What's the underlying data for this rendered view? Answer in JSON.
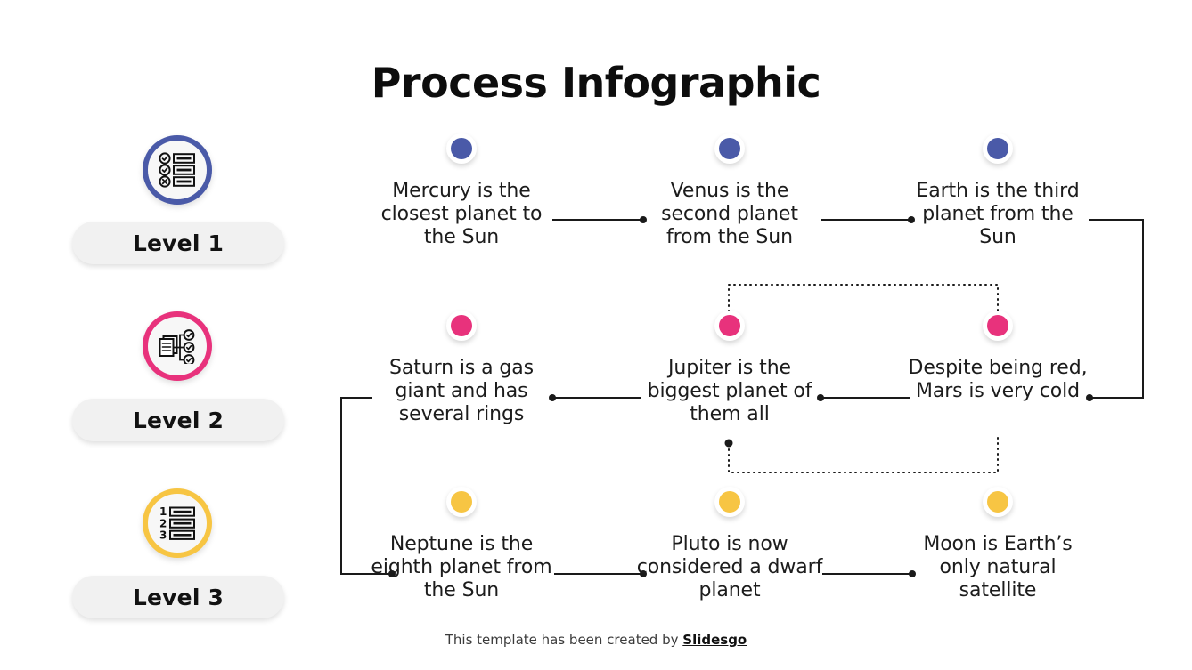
{
  "title": "Process Infographic",
  "colors": {
    "blue": "#4a5aa8",
    "pink": "#e8327c",
    "yellow": "#f7c543",
    "pill_bg": "#f1f1f1",
    "line": "#1a1a1a",
    "text": "#1c1c1c"
  },
  "levels": [
    {
      "label": "Level 1",
      "color": "blue",
      "icon": "checklist-icon"
    },
    {
      "label": "Level 2",
      "color": "pink",
      "icon": "document-flow-icon"
    },
    {
      "label": "Level 3",
      "color": "yellow",
      "icon": "numbered-list-icon"
    }
  ],
  "rows": [
    {
      "color": "blue",
      "nodes": [
        {
          "text": "Mercury is the closest planet to the Sun"
        },
        {
          "text": "Venus is the second planet from the Sun"
        },
        {
          "text": "Earth is the third planet from the Sun"
        }
      ]
    },
    {
      "color": "pink",
      "nodes": [
        {
          "text": "Saturn is a gas giant and has several rings"
        },
        {
          "text": "Jupiter is the biggest planet of them all"
        },
        {
          "text": "Despite being red, Mars is very cold"
        }
      ]
    },
    {
      "color": "yellow",
      "nodes": [
        {
          "text": "Neptune is the eighth planet from the Sun"
        },
        {
          "text": "Pluto is now considered a dwarf planet"
        },
        {
          "text": "Moon is Earth’s only natural satellite"
        }
      ]
    }
  ],
  "footer": {
    "prefix": "This template has been created by ",
    "brand": "Slidesgo"
  }
}
